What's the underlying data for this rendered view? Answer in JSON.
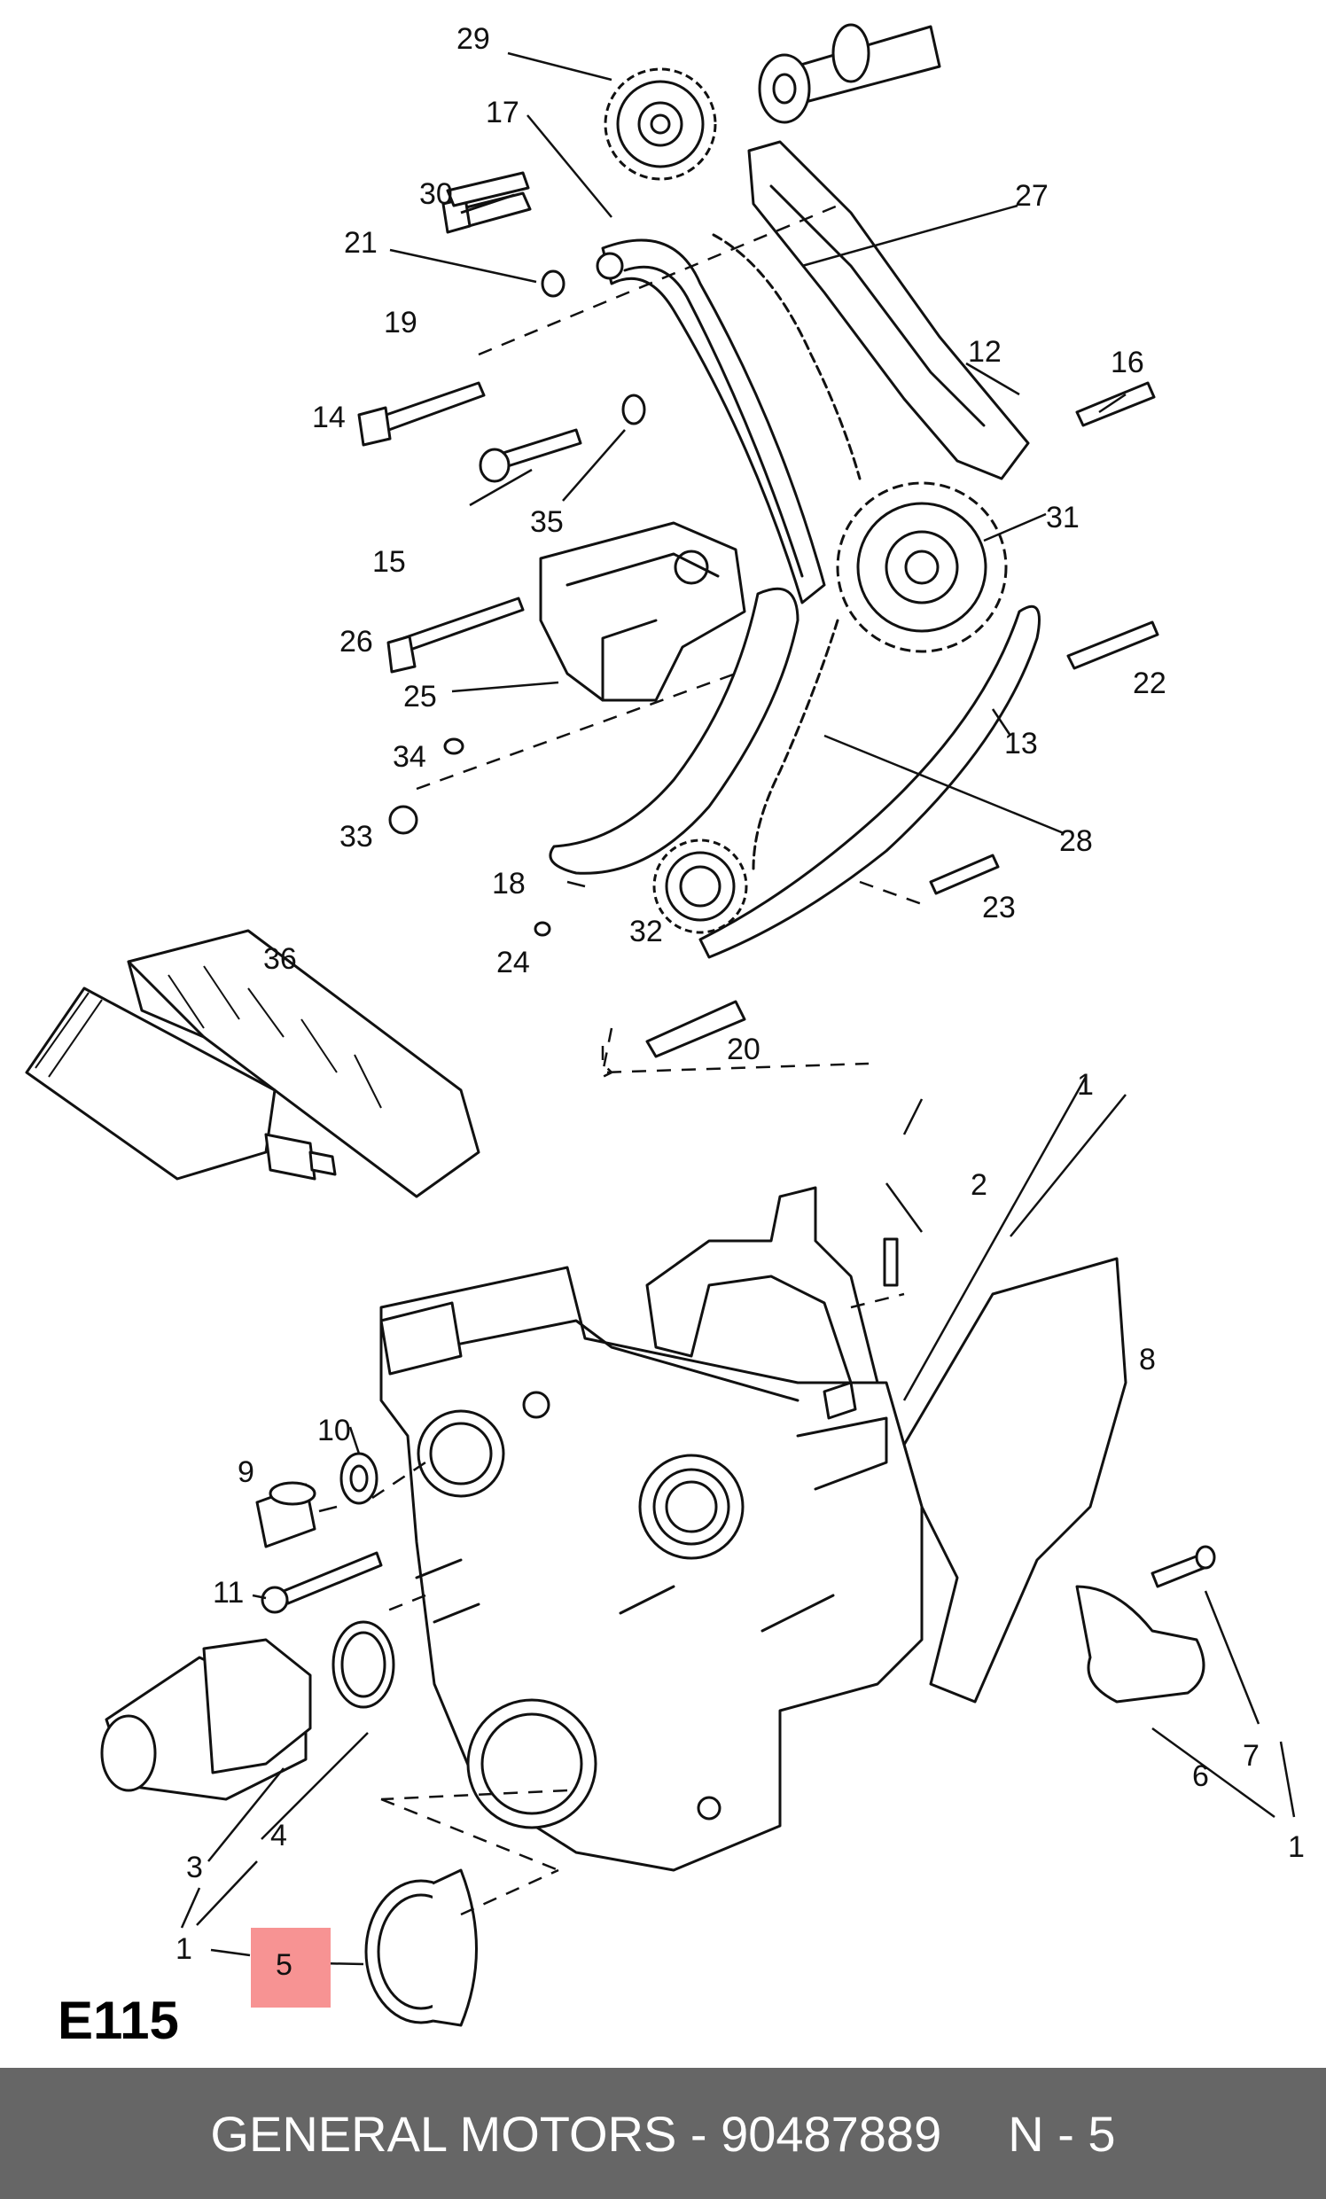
{
  "diagram": {
    "code": "E115",
    "highlight_color": "#f79393",
    "highlighted_callout": "5",
    "callouts": [
      "1",
      "2",
      "3",
      "4",
      "5",
      "6",
      "7",
      "8",
      "9",
      "10",
      "11",
      "12",
      "13",
      "14",
      "15",
      "16",
      "17",
      "18",
      "19",
      "20",
      "21",
      "22",
      "23",
      "24",
      "25",
      "26",
      "27",
      "28",
      "29",
      "30",
      "31",
      "32",
      "33",
      "34",
      "35",
      "36"
    ]
  },
  "footer": {
    "brand": "GENERAL MOTORS",
    "separator": " - ",
    "part_number": "90487889",
    "position_label": "N - 5",
    "bar_color": "#666666"
  }
}
